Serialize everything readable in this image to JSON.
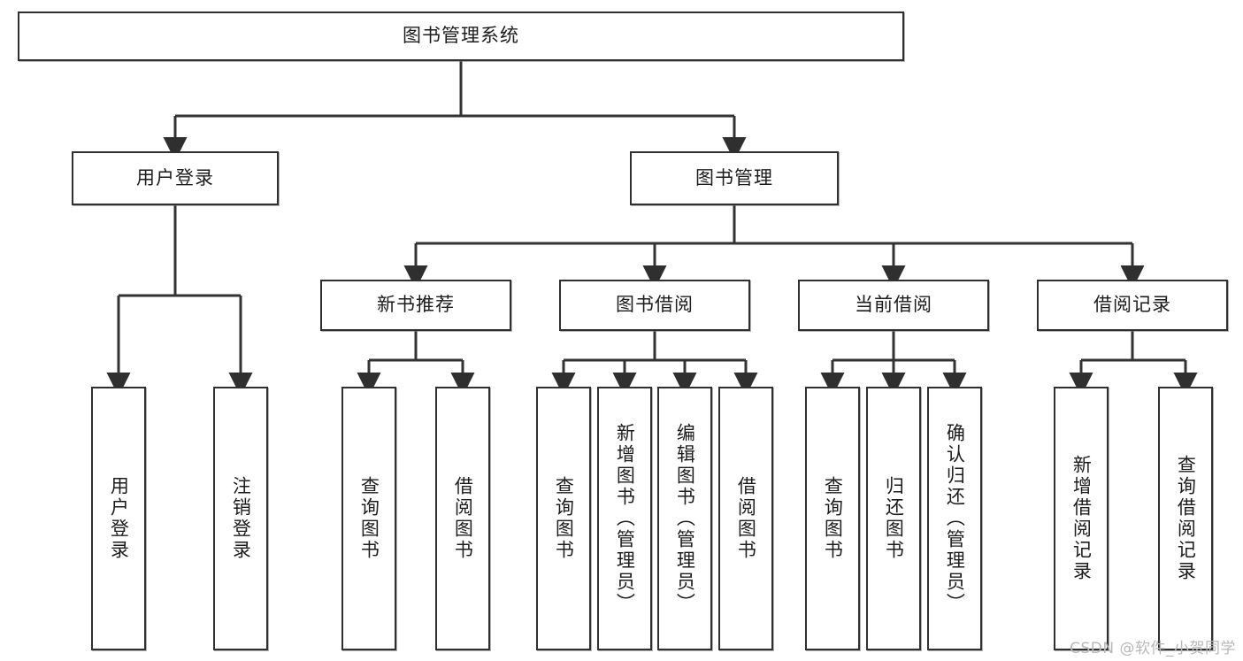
{
  "diagram": {
    "title": "图书管理系统",
    "type": "tree-hierarchy",
    "watermark": "CSDN @软件_小贺同学",
    "colors": {
      "box_border": "#30302f",
      "box_fill": "#ffffff",
      "connector": "#333333",
      "watermark": "#b9b9b9"
    },
    "nodes": {
      "root": {
        "label": "图书管理系统"
      },
      "level2": [
        {
          "label": "用户登录"
        },
        {
          "label": "图书管理"
        }
      ],
      "level3": [
        {
          "label": "新书推荐"
        },
        {
          "label": "图书借阅"
        },
        {
          "label": "当前借阅"
        },
        {
          "label": "借阅记录"
        }
      ],
      "leaves": [
        {
          "label": "用户登录"
        },
        {
          "label": "注销登录"
        },
        {
          "label": "查询图书"
        },
        {
          "label": "借阅图书"
        },
        {
          "label": "查询图书"
        },
        {
          "label": "新增图书（管理员）"
        },
        {
          "label": "编辑图书（管理员）"
        },
        {
          "label": "借阅图书"
        },
        {
          "label": "查询图书"
        },
        {
          "label": "归还图书"
        },
        {
          "label": "确认归还（管理员）"
        },
        {
          "label": "新增借阅记录"
        },
        {
          "label": "查询借阅记录"
        }
      ]
    }
  }
}
